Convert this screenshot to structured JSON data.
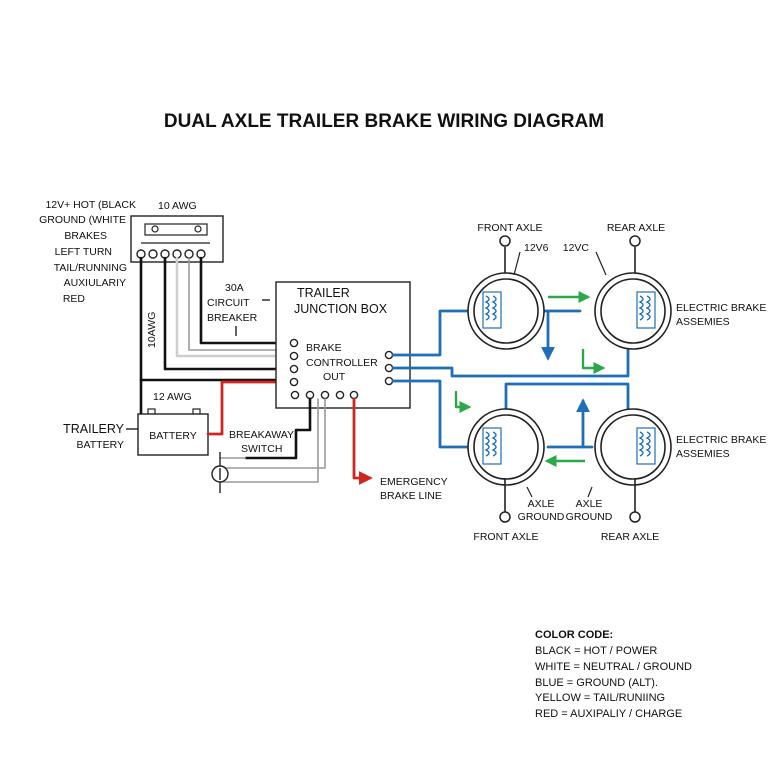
{
  "title": "DUAL AXLE TRAILER BRAKE WIRING DIAGRAM",
  "connector": {
    "gauge": "10 AWG",
    "wire_labels": [
      "12V+ HOT (BLACK",
      "GROUND (WHITE",
      "BRAKES",
      "LEFT TURN",
      "TAIL/RUNNING",
      "AUXIULARIY",
      "RED"
    ],
    "vertical_gauge": "10AWG"
  },
  "breaker": {
    "line1": "30A",
    "line2": "CIRCUIT",
    "line3": "BREAKER"
  },
  "junction_box": {
    "title_line1": "TRAILER",
    "title_line2": "JUNCTION BOX",
    "out_line1": "BRAKE",
    "out_line2": "CONTROLLER",
    "out_line3": "OUT"
  },
  "battery": {
    "gauge": "12 AWG",
    "label": "BATTERY",
    "side_line1": "TRAILERY",
    "side_line2": "BATTERY"
  },
  "breakaway": {
    "line1": "BREAKAWAY",
    "line2": "SWITCH"
  },
  "emergency": {
    "line1": "EMERGENCY",
    "line2": "BRAKE LINE"
  },
  "axles": {
    "top_front": "FRONT AXLE",
    "top_rear": "REAR AXLE",
    "front_voltage": "12V6",
    "rear_voltage": "12VC",
    "bottom_front": "FRONT AXLE",
    "bottom_rear": "REAR AXLE",
    "ground_left_1": "AXLE",
    "ground_left_2": "GROUND",
    "ground_right_1": "AXLE",
    "ground_right_2": "GROUND",
    "assembly_top_1": "ELECTRIC BRAKE",
    "assembly_top_2": "ASSEMIES",
    "assembly_bottom_1": "ELECTRIC BRAKE",
    "assembly_bottom_2": "ASSEMIES"
  },
  "legend": {
    "header": "COLOR CODE:",
    "items": [
      "BLACK = HOT / POWER",
      "WHITE = NEUTRAL / GROUND",
      "BLUE = GROUND (ALT).",
      "YELLOW = TAIL/RUNIING",
      "RED = AUXIPALIY / CHARGE"
    ]
  },
  "colors": {
    "black": "#111111",
    "blue": "#1f6fb8",
    "red": "#d0261f",
    "green": "#2aa84a",
    "gray": "#999999"
  }
}
